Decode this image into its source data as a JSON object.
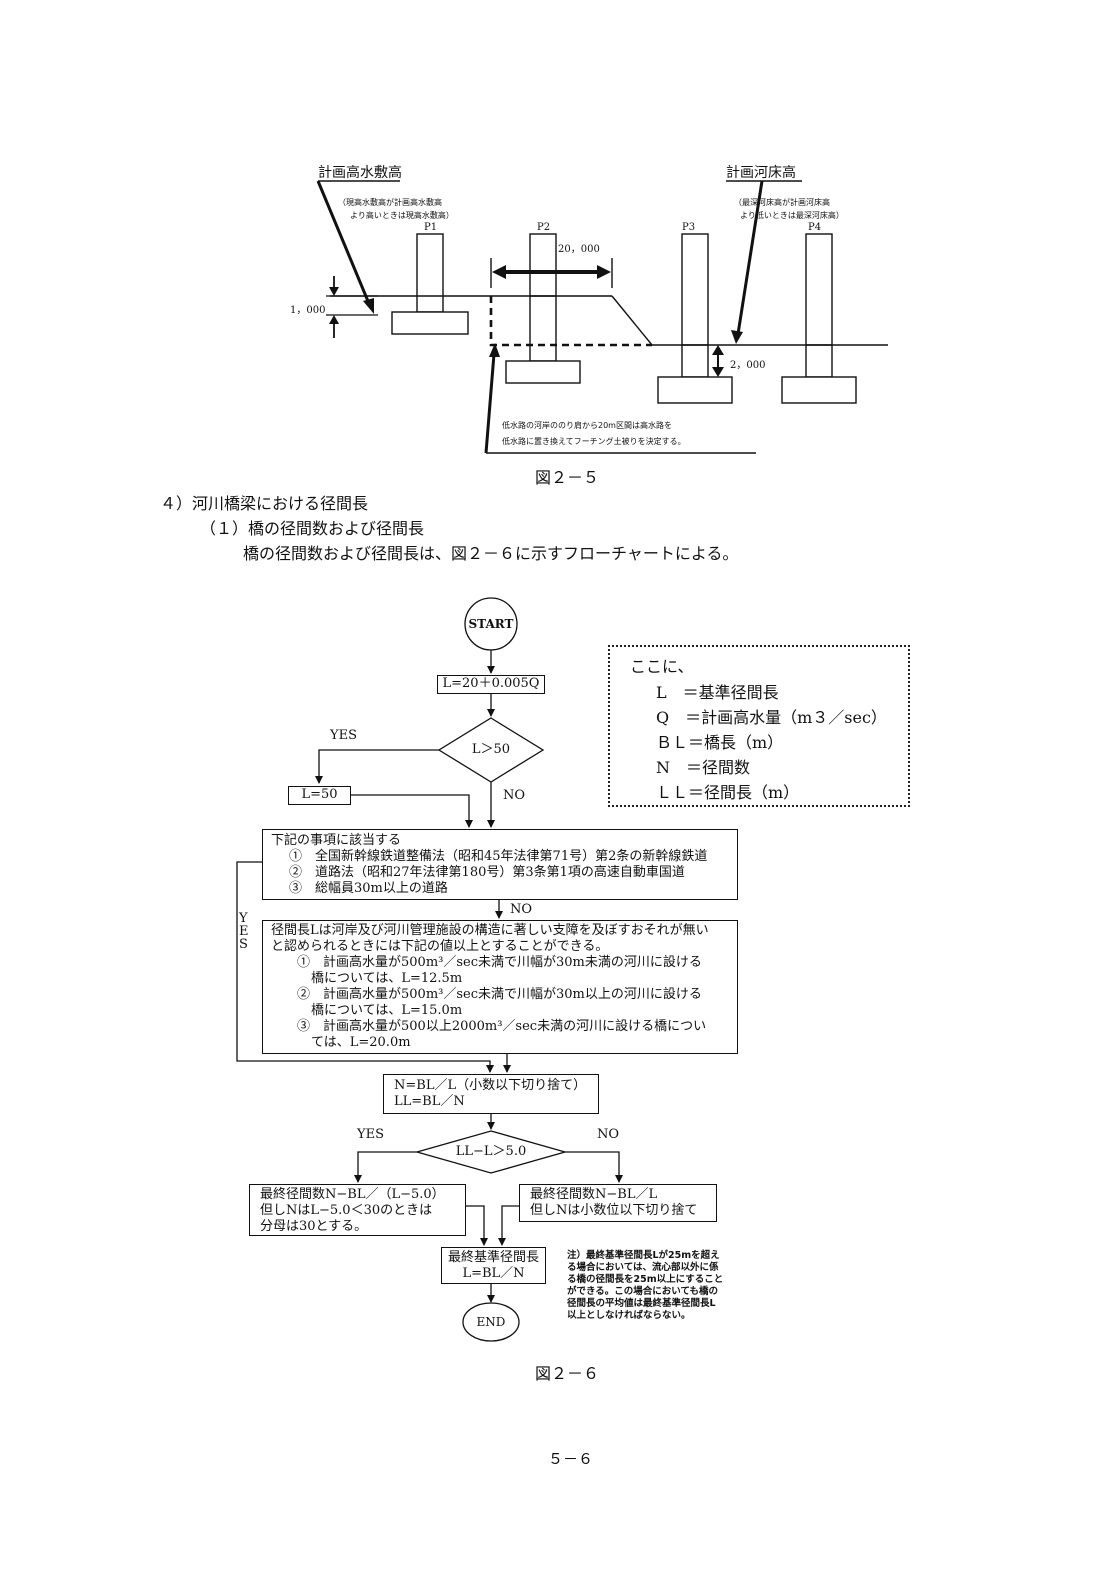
{
  "fig25": {
    "label_left": "計画高水敷高",
    "note_left": [
      "（現高水敷高が計画高水敷高",
      "より高いときは現高水敷高）"
    ],
    "label_right": "計画河床高",
    "note_right": [
      "（最深河床高が計画河床高",
      "より低いときは最深河床高）"
    ],
    "piers": [
      "P1",
      "P2",
      "P3",
      "P4"
    ],
    "dim_top": "20，000",
    "dim_left": "1，000",
    "dim_right": "2，000",
    "bottom_note": [
      "低水路の河岸ののり肩から20m区間は高水路を",
      "低水路に置き換えてフーチング土被りを決定する。"
    ],
    "caption": "図２－５"
  },
  "section": {
    "heading": "４）河川橋梁における径間長",
    "subheading": "（１）橋の径間数および径間長",
    "body": "橋の径間数および径間長は、図２－６に示すフローチャートによる。"
  },
  "fig26": {
    "start": "START",
    "calc": "L=20＋0.005Q",
    "cond1": "L＞50",
    "yes": "YES",
    "no": "NO",
    "l50": "L=50",
    "legend": [
      "ここに、",
      "L　＝基準径間長",
      "Q　＝計画高水量（m３／sec）",
      "ＢＬ＝橋長（m）",
      "N　＝径間数",
      "ＬＬ＝径間長（m）"
    ],
    "box_rules": [
      "下記の事項に該当する",
      "①　全国新幹線鉄道整備法（昭和45年法律第71号）第2条の新幹線鉄道",
      "②　道路法（昭和27年法律第180号）第3条第1項の高速自動車国道",
      "③　総幅員30m以上の道路"
    ],
    "yes_vertical": "YES",
    "box_exception": [
      "径間長Lは河岸及び河川管理施設の構造に著しい支障を及ぼすおそれが無い",
      "と認められるときには下記の値以上とすることができる。",
      "①　計画高水量が500m³／sec未満で川幅が30m未満の河川に設ける",
      "橋については、L=12.5m",
      "②　計画高水量が500m³／sec未満で川幅が30m以上の河川に設ける",
      "橋については、L=15.0m",
      "③　計画高水量が500以上2000m³／sec未満の河川に設ける橋につい",
      "ては、L=20.0m"
    ],
    "box_n": [
      "N=BL／L（小数以下切り捨て）",
      "LL=BL／N"
    ],
    "cond2": "LL−L＞5.0",
    "box_yes": [
      "最終径間数N−BL／（L−5.0）",
      "但しNはL−5.0＜30のときは",
      "分母は30とする。"
    ],
    "box_no": [
      "最終径間数N−BL／L",
      "但しNは小数位以下切り捨て"
    ],
    "box_final": [
      "最終基準径間長",
      "L=BL／N"
    ],
    "end": "END",
    "note": [
      "注）最終基準径間長Lが25mを超え",
      "る場合においては、流心部以外に係",
      "る橋の径間長を25m以上にすること",
      "ができる。この場合においても橋の",
      "径間長の平均値は最終基準径間長L",
      "以上としなければならない。"
    ],
    "caption": "図２－６"
  },
  "page_number": "５－６"
}
